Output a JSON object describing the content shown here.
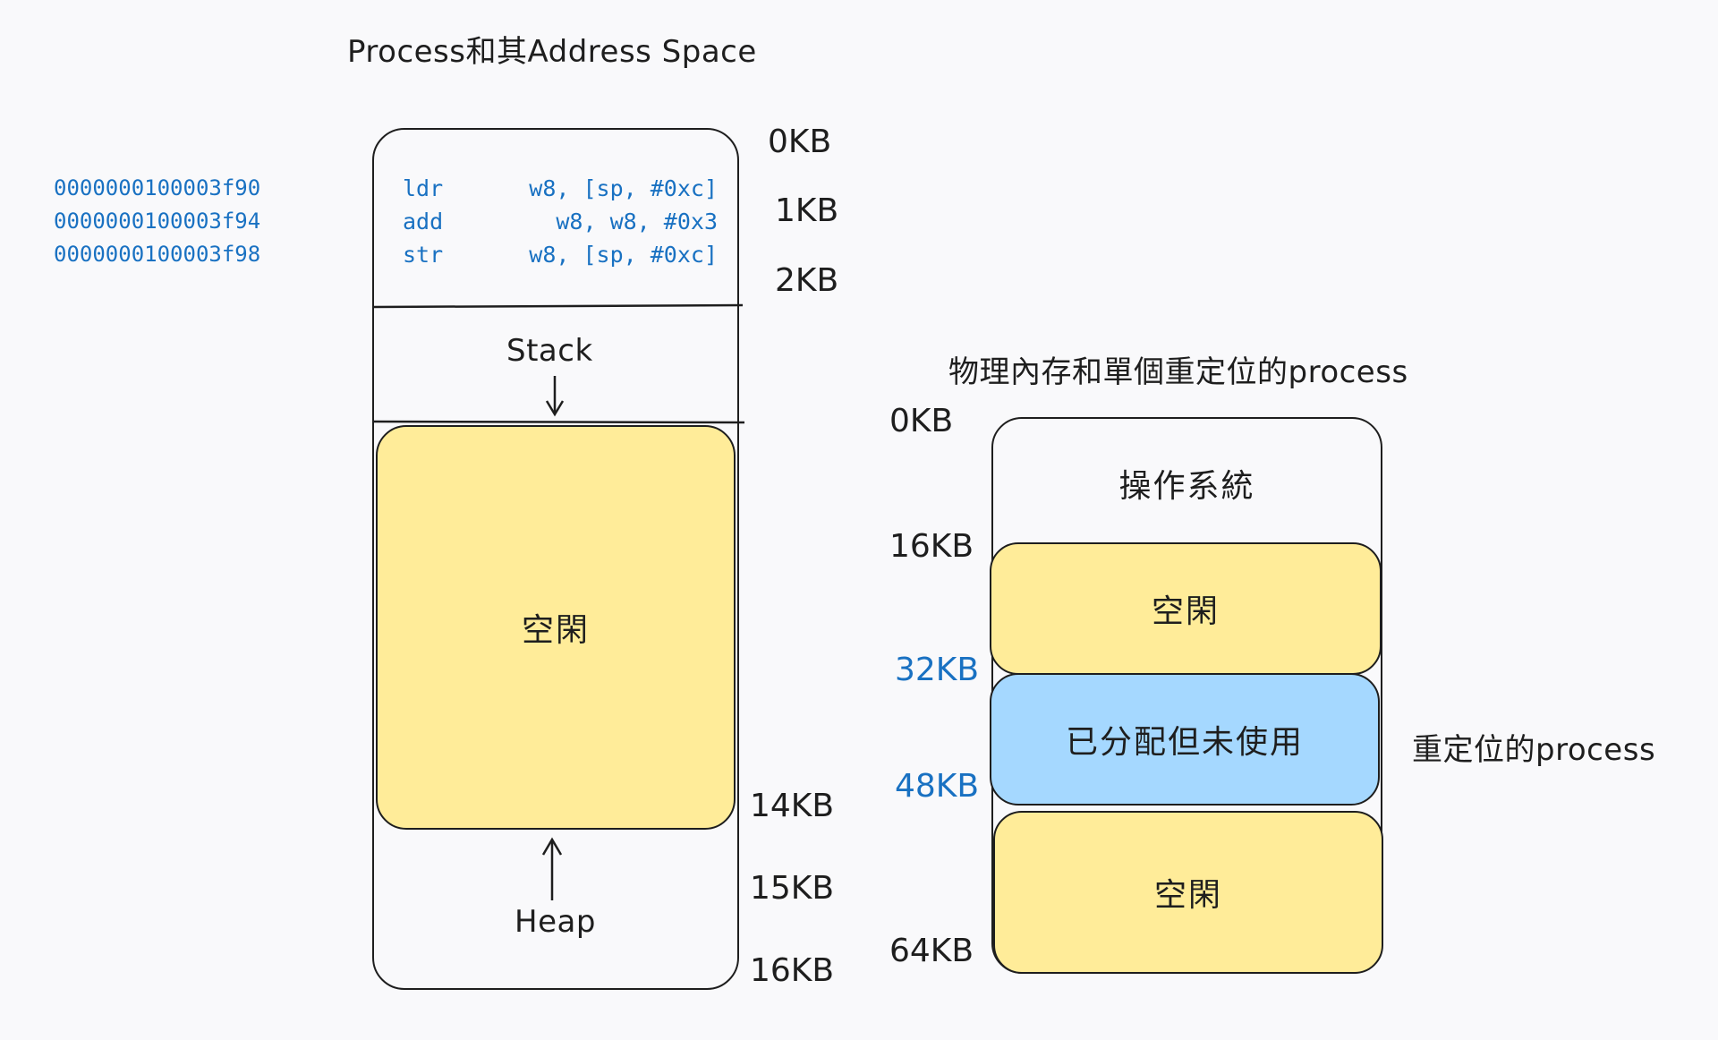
{
  "left": {
    "title": "Process和其Address Space",
    "code": {
      "addresses": [
        "0000000100003f90",
        "0000000100003f94",
        "0000000100003f98"
      ],
      "instructions": [
        {
          "op": "ldr",
          "args": "w8, [sp, #0xc]"
        },
        {
          "op": "add",
          "args": "w8, w8, #0x3"
        },
        {
          "op": "str",
          "args": "w8, [sp, #0xc]"
        }
      ]
    },
    "stack_label": "Stack",
    "free_label": "空閑",
    "heap_label": "Heap",
    "kb_labels": {
      "k0": "0KB",
      "k1": "1KB",
      "k2": "2KB",
      "k14": "14KB",
      "k15": "15KB",
      "k16": "16KB"
    }
  },
  "right": {
    "title": "物理內存和單個重定位的process",
    "os_label": "操作系統",
    "free_label_1": "空閑",
    "allocated_label": "已分配但未使用",
    "free_label_2": "空閑",
    "relocated_label": "重定位的process",
    "kb_labels": {
      "k0": "0KB",
      "k16": "16KB",
      "k32": "32KB",
      "k48": "48KB",
      "k64": "64KB"
    }
  },
  "colors": {
    "stroke": "#1e1e1e",
    "free": "#ffec99",
    "allocated": "#a5d8ff",
    "code_text": "#1971c2",
    "background": "#f9f9fb"
  }
}
